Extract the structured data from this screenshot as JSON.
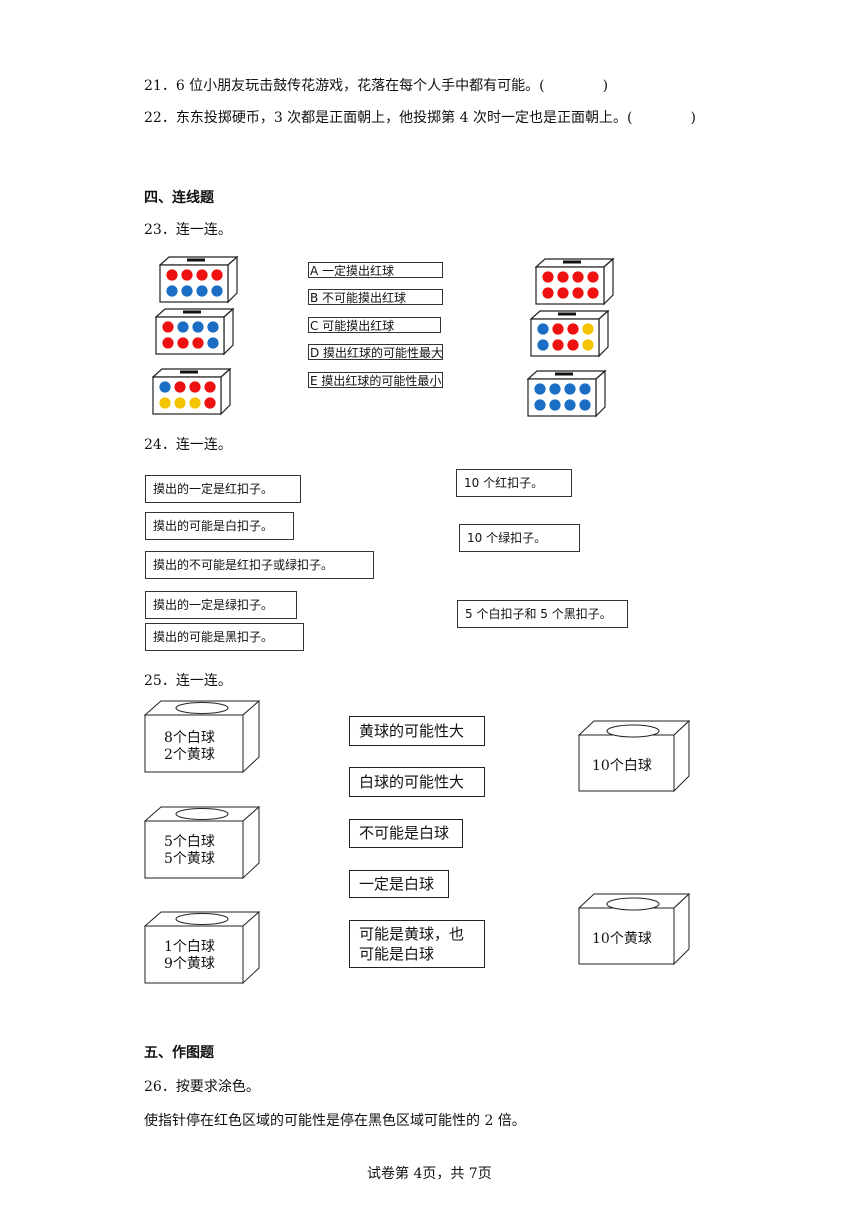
{
  "questions": {
    "q21": {
      "text": "21．6 位小朋友玩击鼓传花游戏，花落在每个人手中都有可能。(",
      "close": ")"
    },
    "q22": {
      "text": "22．东东投掷硬币，3 次都是正面朝上，他投掷第 4 次时一定也是正面朝上。(",
      "close": ")"
    }
  },
  "section4": {
    "title": "四、连线题"
  },
  "q23": {
    "title": "23．连一连。",
    "labels": [
      "A 一定摸出红球",
      "B 不可能摸出红球",
      "C 可能摸出红球",
      "D 摸出红球的可能性最大",
      "E 摸出红球的可能性最小"
    ],
    "colors": {
      "red": "#ee1111",
      "blue": "#1a6fc4",
      "yellow": "#f5c400"
    },
    "left_boxes": [
      [
        "red",
        "red",
        "red",
        "red",
        "blue",
        "blue",
        "blue",
        "blue"
      ],
      [
        "red",
        "blue",
        "blue",
        "blue",
        "red",
        "red",
        "red",
        "blue"
      ],
      [
        "blue",
        "red",
        "red",
        "red",
        "yellow",
        "yellow",
        "yellow",
        "red"
      ]
    ],
    "right_boxes": [
      [
        "red",
        "red",
        "red",
        "red",
        "red",
        "red",
        "red",
        "red"
      ],
      [
        "blue",
        "red",
        "red",
        "yellow",
        "blue",
        "red",
        "red",
        "yellow"
      ],
      [
        "blue",
        "blue",
        "blue",
        "blue",
        "blue",
        "blue",
        "blue",
        "blue"
      ]
    ]
  },
  "q24": {
    "title": "24．连一连。",
    "left": [
      "摸出的一定是红扣子。",
      "摸出的可能是白扣子。",
      "摸出的不可能是红扣子或绿扣子。",
      "摸出的一定是绿扣子。",
      "摸出的可能是黑扣子。"
    ],
    "right": [
      "10 个红扣子。",
      "10 个绿扣子。",
      "5 个白扣子和 5 个黑扣子。"
    ]
  },
  "q25": {
    "title": "25．连一连。",
    "left_cubes": [
      [
        "8个白球",
        "2个黄球"
      ],
      [
        "5个白球",
        "5个黄球"
      ],
      [
        "1个白球",
        "9个黄球"
      ]
    ],
    "middle": [
      "黄球的可能性大",
      "白球的可能性大",
      "不可能是白球",
      "一定是白球",
      [
        "可能是黄球，也",
        "可能是白球"
      ]
    ],
    "right_cubes": [
      "10个白球",
      "10个黄球"
    ]
  },
  "section5": {
    "title": "五、作图题"
  },
  "q26": {
    "title": "26．按要求涂色。",
    "text": "使指针停在红色区域的可能性是停在黑色区域可能性的 2 倍。"
  },
  "footer": "试卷第 4页，共 7页"
}
